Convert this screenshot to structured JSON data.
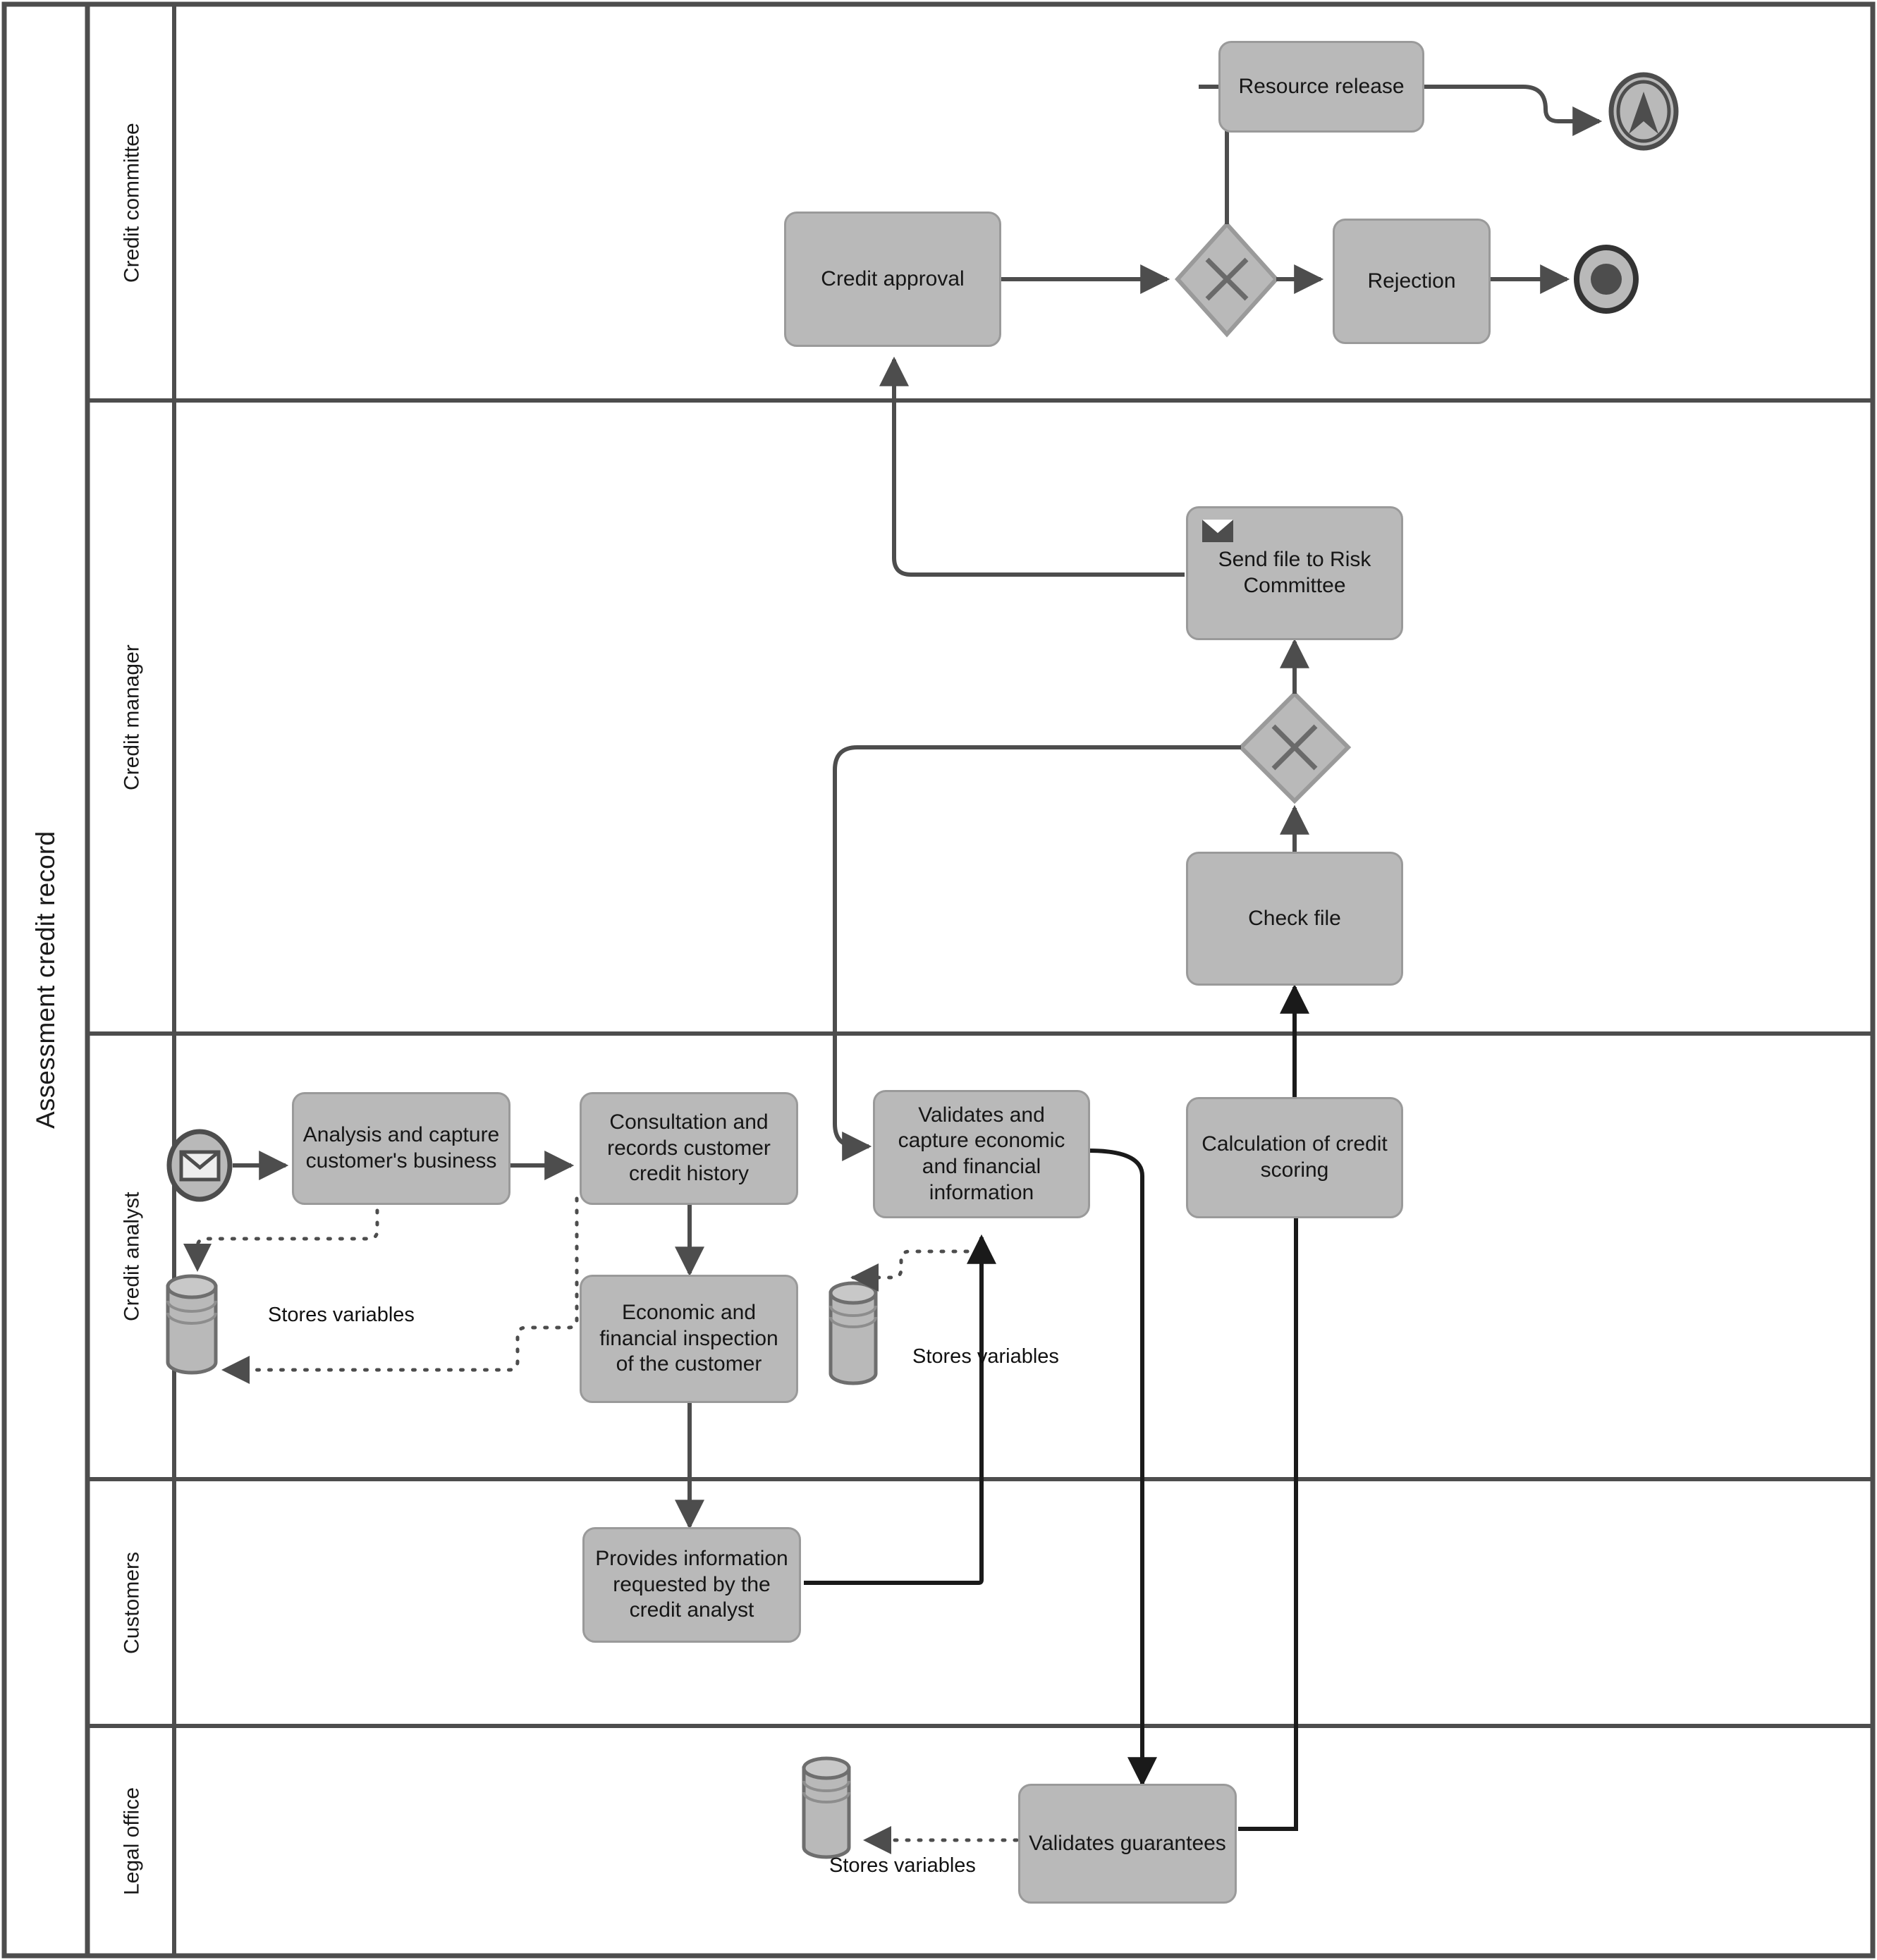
{
  "pool": {
    "title": "Assessment credit record"
  },
  "lanes": [
    {
      "id": "credit-committee",
      "label": "Credit committee"
    },
    {
      "id": "credit-manager",
      "label": "Credit manager"
    },
    {
      "id": "credit-analyst",
      "label": "Credit analyst"
    },
    {
      "id": "customers",
      "label": "Customers"
    },
    {
      "id": "legal-office",
      "label": "Legal office"
    }
  ],
  "tasks": {
    "resource_release": "Resource release",
    "credit_approval": "Credit approval",
    "rejection": "Rejection",
    "send_file_risk_committee": "Send file to Risk Committee",
    "check_file": "Check file",
    "analysis_capture_business": "Analysis and capture customer's business",
    "consultation_credit_history": "Consultation and records customer credit history",
    "economic_financial_inspection": "Economic and financial inspection of the customer",
    "validates_capture_economic": "Validates and capture economic and financial information",
    "calculation_credit_scoring": "Calculation of credit scoring",
    "provides_information": "Provides information requested by the credit analyst",
    "validates_guarantees": "Validates guarantees"
  },
  "events": {
    "start_message": "message-start-event",
    "end_escalation": "escalation-end-event",
    "end_terminate": "terminate-end-event"
  },
  "gateways": {
    "committee_decision": "exclusive-gateway",
    "manager_merge": "exclusive-gateway"
  },
  "data_stores": {
    "store_1": "data-store",
    "store_2": "data-store",
    "store_3": "data-store"
  },
  "associations": {
    "label_1": "Stores variables",
    "label_2": "Stores variables",
    "label_3": "Stores variables"
  },
  "colors": {
    "shape_fill": "#b9b9b9",
    "shape_stroke": "#9a9a9a",
    "line": "#4d4d4d",
    "line_dark": "#1a1a1a",
    "lane_border": "#4d4d4d",
    "text": "#161616"
  }
}
